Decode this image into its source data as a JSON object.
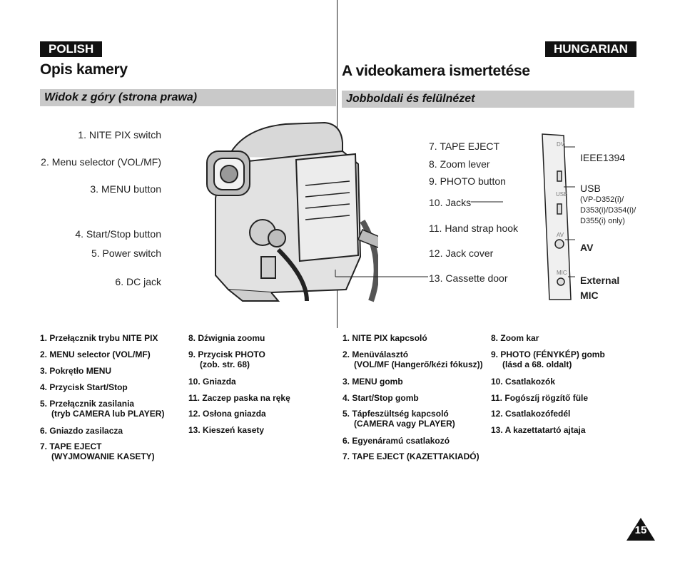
{
  "left": {
    "lang": "POLISH",
    "title": "Opis kamery",
    "subtitle": "Widok z góry (strona prawa)",
    "list_col1": [
      {
        "n": "1.",
        "t": "Przełącznik trybu NITE PIX"
      },
      {
        "n": "2.",
        "t": "MENU selector (VOL/MF)"
      },
      {
        "n": "3.",
        "t": "Pokrętło MENU"
      },
      {
        "n": "4.",
        "t": "Przycisk Start/Stop"
      },
      {
        "n": "5.",
        "t": "Przełącznik zasilania",
        "t2": "(tryb CAMERA lub PLAYER)"
      },
      {
        "n": "6.",
        "t": "Gniazdo zasilacza"
      },
      {
        "n": "7.",
        "t": "TAPE EJECT",
        "t2": "(WYJMOWANIE KASETY)"
      }
    ],
    "list_col2": [
      {
        "n": "8.",
        "t": "Dźwignia zoomu"
      },
      {
        "n": "9.",
        "t": "Przycisk PHOTO",
        "t2": "(zob. str. 68)"
      },
      {
        "n": "10.",
        "t": "Gniazda"
      },
      {
        "n": "11.",
        "t": "Zaczep paska na rękę"
      },
      {
        "n": "12.",
        "t": "Osłona gniazda"
      },
      {
        "n": "13.",
        "t": "Kieszeń kasety"
      }
    ]
  },
  "right": {
    "lang": "HUNGARIAN",
    "title": "A videokamera ismertetése",
    "subtitle": "Jobboldali és felülnézet",
    "list_col1": [
      {
        "n": "1.",
        "t": "NITE PIX kapcsoló"
      },
      {
        "n": "2.",
        "t": "Menüválasztó",
        "t2": "(VOL/MF (Hangerő/kézi fókusz))"
      },
      {
        "n": "3.",
        "t": "MENU gomb"
      },
      {
        "n": "4.",
        "t": "Start/Stop gomb"
      },
      {
        "n": "5.",
        "t": "Tápfeszültség kapcsoló",
        "t2": "(CAMERA vagy PLAYER)"
      },
      {
        "n": "6.",
        "t": "Egyenáramú csatlakozó"
      },
      {
        "n": "7.",
        "t": "TAPE EJECT (KAZETTAKIADÓ)"
      }
    ],
    "list_col2": [
      {
        "n": "8.",
        "t": "Zoom kar"
      },
      {
        "n": "9.",
        "t": "PHOTO (FÉNYKÉP) gomb",
        "t2": "(lásd a 68. oldalt)"
      },
      {
        "n": "10.",
        "t": "Csatlakozók"
      },
      {
        "n": "11.",
        "t": "Fogószíj rögzítő füle"
      },
      {
        "n": "12.",
        "t": "Csatlakozófedél"
      },
      {
        "n": "13.",
        "t": "A kazettatartó ajtaja"
      }
    ]
  },
  "diagram": {
    "left_callouts": [
      "1. NITE PIX switch",
      "2. Menu selector (VOL/MF)",
      "3. MENU button",
      "4. Start/Stop button",
      "5. Power switch",
      "6. DC jack"
    ],
    "right_callouts": [
      "7. TAPE EJECT",
      "8. Zoom lever",
      "9. PHOTO button",
      "10. Jacks",
      "11. Hand strap hook",
      "12. Jack cover",
      "13. Cassette door"
    ],
    "panel_small_labels": [
      "DV",
      "USB",
      "AV",
      "MIC"
    ],
    "ports": {
      "ieee": "IEEE1394",
      "usb": "USB",
      "usb_models_1": "(VP-D352(i)/",
      "usb_models_2": "D353(i)/D354(i)/",
      "usb_models_3": "D355(i) only)",
      "av": "AV",
      "mic_1": "External",
      "mic_2": "MIC"
    }
  },
  "page_number": "15"
}
